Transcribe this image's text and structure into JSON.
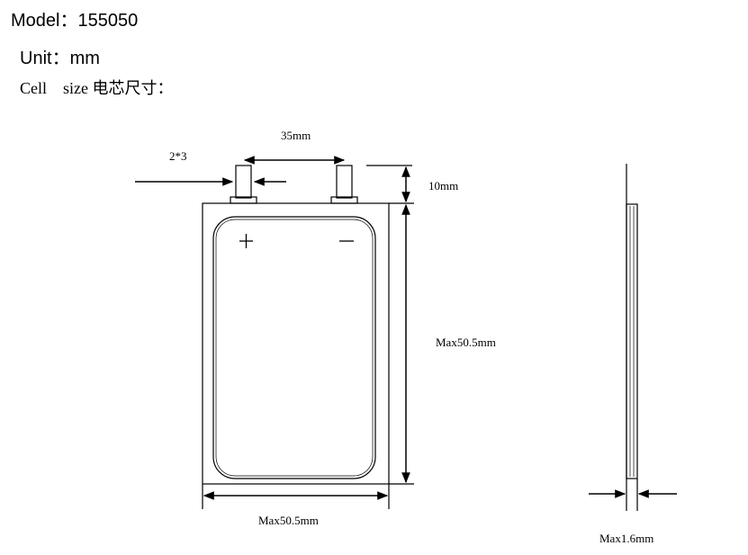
{
  "header": {
    "model_label": "Model：",
    "model_value": "155050",
    "unit_label": "Unit：",
    "unit_value": "mm",
    "cell_label_en_1": "Cell",
    "cell_label_en_2": "size",
    "cell_label_cn": "电芯尺寸："
  },
  "dimensions": {
    "tab_pitch": "35mm",
    "tab_size": "2*3",
    "tab_length": "10mm",
    "cell_height": "Max50.5mm",
    "cell_width": "Max50.5mm",
    "cell_thickness": "Max1.6mm"
  },
  "polarity": {
    "positive": "+",
    "negative": "−"
  }
}
